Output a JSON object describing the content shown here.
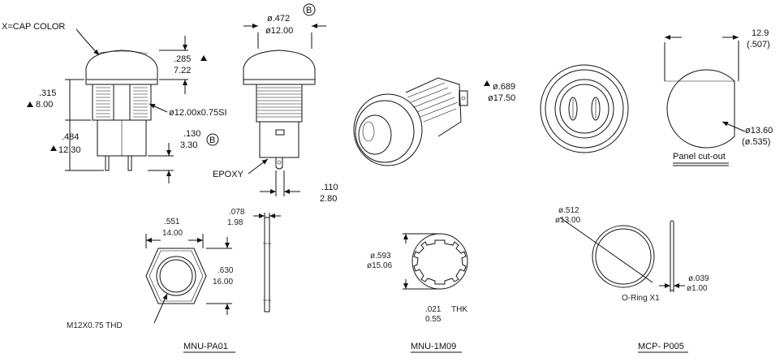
{
  "side_view": {
    "cap_color_note": "X=CAP COLOR",
    "dim_cap_h_in": ".285",
    "dim_cap_h_mm": "7.22",
    "dim_body_in": ".315",
    "dim_body_mm": "8.00",
    "dim_lower_in": ".484",
    "dim_lower_mm": "12.30",
    "thread_note": "ø12.00x0.75SI",
    "dim_term_in": ".130",
    "dim_term_mm": "3.30",
    "ref_letter": "B"
  },
  "front_view": {
    "dia_in": "ø.472",
    "dia_mm": "ø12.00",
    "ref_letter": "B",
    "epoxy_label": "EPOXY",
    "term_w_in": ".110",
    "term_w_mm": "2.80"
  },
  "iso_view": {
    "dia_in": "ø.689",
    "dia_mm": "ø17.50"
  },
  "panel_cutout": {
    "flat_mm": "12.9",
    "flat_in": "(.507)",
    "dia_mm": "ø13.60",
    "dia_in": "(ø.535)",
    "title": "Panel cut-out"
  },
  "nut": {
    "flat_in": ".551",
    "flat_mm": "14.00",
    "corner_in": ".630",
    "corner_mm": "16.00",
    "thick_in": ".078",
    "thick_mm": "1.98",
    "thread_note": "M12X0.75  THD",
    "part_no": "MNU-PA01"
  },
  "lock_washer": {
    "dia_in": "ø.593",
    "dia_mm": "ø15.06",
    "thk_in": ".021",
    "thk_label": "THK",
    "thk_mm": "0.55",
    "part_no": "MNU-1M09"
  },
  "o_ring": {
    "dia_in": "ø.512",
    "dia_mm": "ø13.00",
    "thk_in": "ø.039",
    "thk_mm": "ø1.00",
    "label": "O-Ring X1",
    "part_no": "MCP- P005"
  }
}
